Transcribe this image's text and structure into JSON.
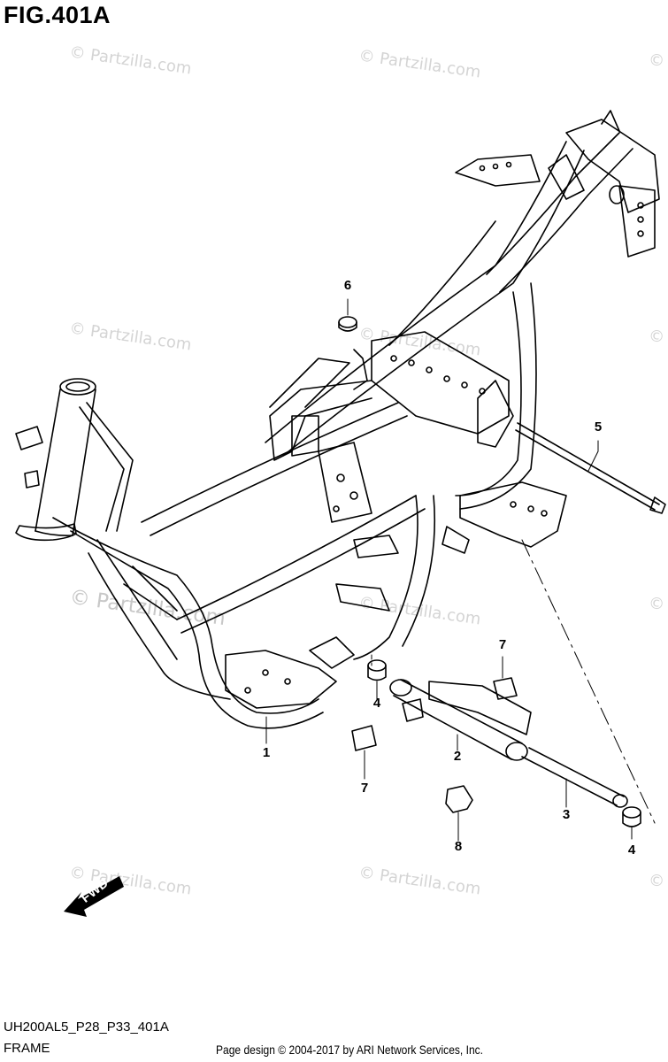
{
  "figure": {
    "title": "FIG.401A",
    "code": "UH200AL5_P28_P33_401A",
    "section": "FRAME"
  },
  "watermark": {
    "text": "© Partzilla.com"
  },
  "callouts": [
    "1",
    "2",
    "3",
    "4",
    "4",
    "5",
    "6",
    "7",
    "7",
    "8"
  ],
  "fwd": {
    "label": "FWD"
  },
  "footer": {
    "copyright": "Page design © 2004-2017 by ARI Network Services, Inc."
  }
}
